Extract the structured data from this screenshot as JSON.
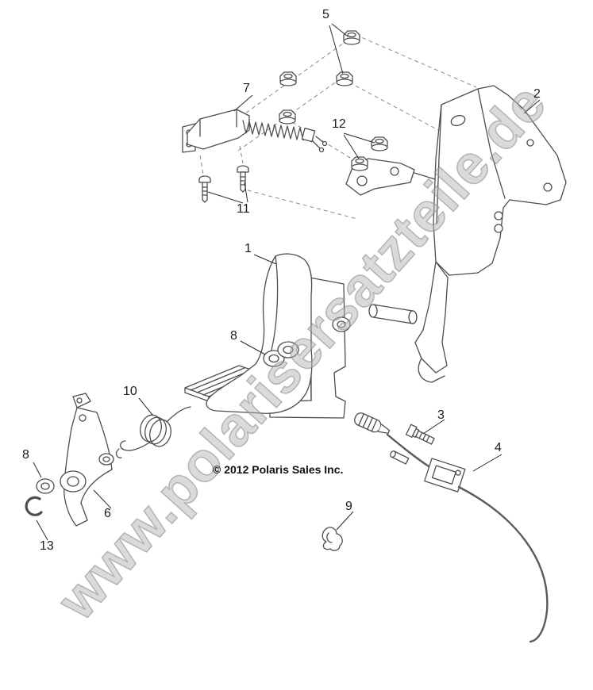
{
  "diagram": {
    "watermark": "www.polarisersatzteile.de",
    "copyright": "© 2012 Polaris Sales Inc."
  },
  "callouts": [
    {
      "label": "5"
    },
    {
      "label": "7"
    },
    {
      "label": "2"
    },
    {
      "label": "12"
    },
    {
      "label": "11"
    },
    {
      "label": "1"
    },
    {
      "label": "8"
    },
    {
      "label": "10"
    },
    {
      "label": "3"
    },
    {
      "label": "4"
    },
    {
      "label": "8"
    },
    {
      "label": "6"
    },
    {
      "label": "13"
    },
    {
      "label": "9"
    }
  ]
}
